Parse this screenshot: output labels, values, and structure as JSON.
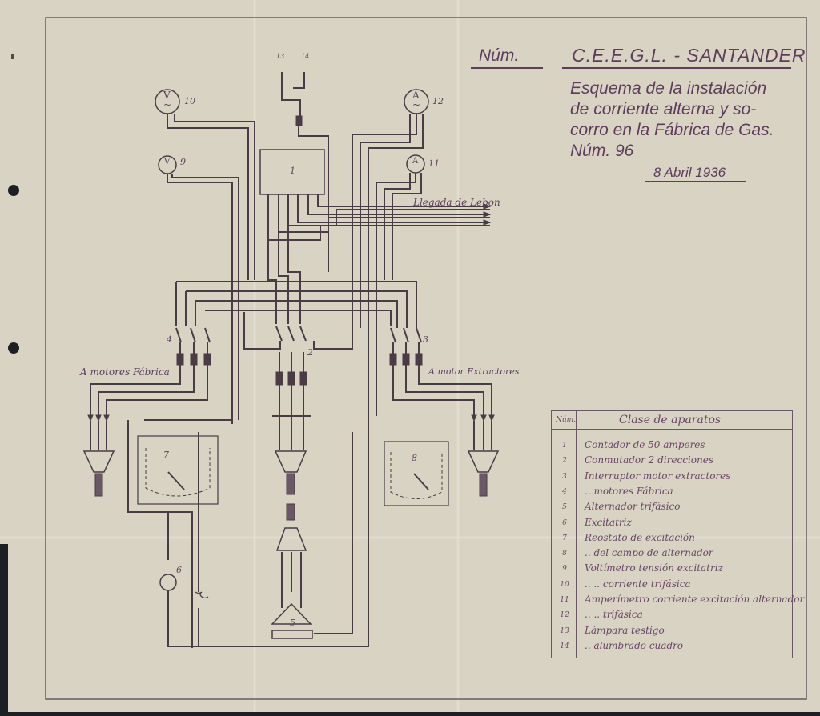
{
  "header": {
    "num_label": "Núm.",
    "organization": "C.E.E.G.L. - SANTANDER",
    "title_lines": [
      "Esquema de la instalación",
      "de corriente alterna y so-",
      "corro en la Fábrica de Gas.",
      "Núm. 96"
    ],
    "date": "8 Abril 1936"
  },
  "diagram_labels": {
    "llegada": "Llegada de Lebon",
    "motores_fabrica": "A motores Fábrica",
    "motor_extractores": "A motor Extractores",
    "meter_v": "V",
    "meter_a": "A",
    "ac_symbol": "~",
    "n1": "1",
    "n2": "2",
    "n3": "3",
    "n4": "4",
    "n5": "5",
    "n6": "6",
    "n7": "7",
    "n8": "8",
    "n9": "9",
    "n10": "10",
    "n11": "11",
    "n12": "12",
    "n13": "13",
    "n14": "14"
  },
  "legend": {
    "col_num": "Núm.",
    "col_title": "Clase de aparatos",
    "rows": [
      {
        "n": "1",
        "text": "Contador de 50 amperes"
      },
      {
        "n": "2",
        "text": "Conmutador 2 direcciones"
      },
      {
        "n": "3",
        "text": "Interruptor motor extractores"
      },
      {
        "n": "4",
        "text": "..        motores Fábrica"
      },
      {
        "n": "5",
        "text": "Alternador trifásico"
      },
      {
        "n": "6",
        "text": "Excitatriz"
      },
      {
        "n": "7",
        "text": "Reostato de excitación"
      },
      {
        "n": "8",
        "text": "..        del campo de alternador"
      },
      {
        "n": "9",
        "text": "Voltímetro tensión excitatriz"
      },
      {
        "n": "10",
        "text": "..        ..        corriente trifásica"
      },
      {
        "n": "11",
        "text": "Amperímetro corriente excitación alternador"
      },
      {
        "n": "12",
        "text": "..        ..        trifásica"
      },
      {
        "n": "13",
        "text": "Lámpara testigo"
      },
      {
        "n": "14",
        "text": "..        alumbrado cuadro"
      }
    ]
  },
  "colors": {
    "paper": "#d8d3c3",
    "ink": "#5e3d5c",
    "wire": "#4a3b45",
    "background": "#1c1f24"
  }
}
